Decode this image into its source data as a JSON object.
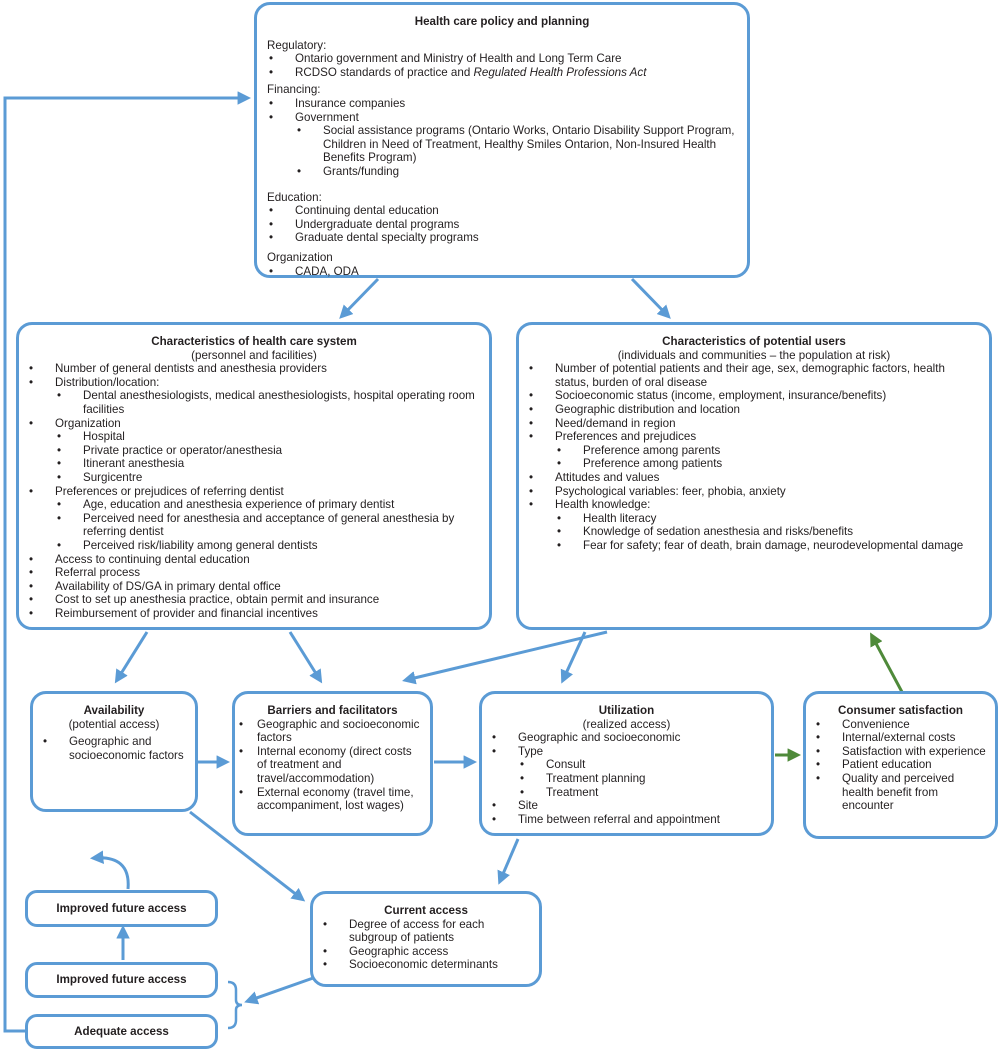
{
  "colors": {
    "box_border": "#5b9bd5",
    "arrow_blue": "#5b9bd5",
    "arrow_green": "#4f8a3a",
    "text": "#231f20"
  },
  "policy": {
    "title": "Health care policy and planning",
    "regulatory": {
      "heading": "Regulatory:",
      "items": [
        "Ontario government and Ministry of Health and Long Term Care",
        "RCDSO standards of practice and ",
        "Regulated Health Professions Act"
      ]
    },
    "financing": {
      "heading": "Financing:",
      "items": [
        "Insurance companies",
        "Government"
      ],
      "sub": [
        "Social assistance programs (Ontario Works, Ontario Disability Support Program, Children in Need of Treatment, Healthy Smiles Ontarion, Non-Insured Health Benefits Program)",
        "Grants/funding"
      ]
    },
    "education": {
      "heading": "Education:",
      "items": [
        "Continuing dental education",
        "Undergraduate dental programs",
        "Graduate dental specialty programs"
      ]
    },
    "organization": {
      "heading": "Organization",
      "items": [
        "CADA, ODA"
      ]
    }
  },
  "system": {
    "title": "Characteristics of health care system",
    "subtitle": "(personnel and facilities)",
    "items": [
      "Number of general dentists and anesthesia providers",
      "Distribution/location:",
      "Dental anesthesiologists, medical anesthesiologists, hospital operating room facilities",
      "Organization",
      "Hospital",
      "Private practice or operator/anesthesia",
      "Itinerant anesthesia",
      "Surgicentre",
      "Preferences or prejudices of referring dentist",
      "Age, education and anesthesia experience of primary dentist",
      "Perceived need for anesthesia and acceptance of general anesthesia by referring dentist",
      "Perceived risk/liability among general dentists",
      "Access to continuing dental education",
      "Referral process",
      "Availability of DS/GA in primary dental office",
      "Cost to set up anesthesia practice, obtain permit and insurance",
      "Reimbursement of provider and financial incentives"
    ]
  },
  "users": {
    "title": "Characteristics of potential users",
    "subtitle": "(individuals and communities – the population at risk)",
    "items": [
      "Number of potential patients and their age, sex, demographic factors, health status, burden of oral disease",
      "Socioeconomic status (income, employment, insurance/benefits)",
      "Geographic distribution and location",
      "Need/demand in region",
      "Preferences and prejudices",
      "Preference among parents",
      "Preference among patients",
      "Attitudes and values",
      "Psychological variables: feer, phobia, anxiety",
      "Health knowledge:",
      "Health literacy",
      "Knowledge of sedation anesthesia and risks/benefits",
      "Fear for safety; fear of death, brain damage, neurodevelopmental damage"
    ]
  },
  "availability": {
    "title": "Availability",
    "subtitle": "(potential access)",
    "items": [
      "Geographic and socioeconomic factors"
    ]
  },
  "barriers": {
    "title": "Barriers and facilitators",
    "items": [
      "Geographic and socioeconomic factors",
      "Internal economy (direct costs of treatment and travel/accommodation)",
      "External economy (travel time, accompaniment, lost wages)"
    ]
  },
  "utilization": {
    "title": "Utilization",
    "subtitle": "(realized access)",
    "items": [
      "Geographic and socioeconomic",
      "Type",
      "Consult",
      "Treatment planning",
      "Treatment",
      "Site",
      "Time between referral and appointment"
    ]
  },
  "satisfaction": {
    "title": "Consumer satisfaction",
    "items": [
      "Convenience",
      "Internal/external costs",
      "Satisfaction with experience",
      "Patient education",
      "Quality and perceived health benefit from encounter"
    ]
  },
  "current": {
    "title": "Current access",
    "items": [
      "Degree of access for each subgroup of patients",
      "Geographic access",
      "Socioeconomic determinants"
    ]
  },
  "outcomes": {
    "top": "Improved future access",
    "middle": "Improved future access",
    "bottom": "Adequate access"
  }
}
